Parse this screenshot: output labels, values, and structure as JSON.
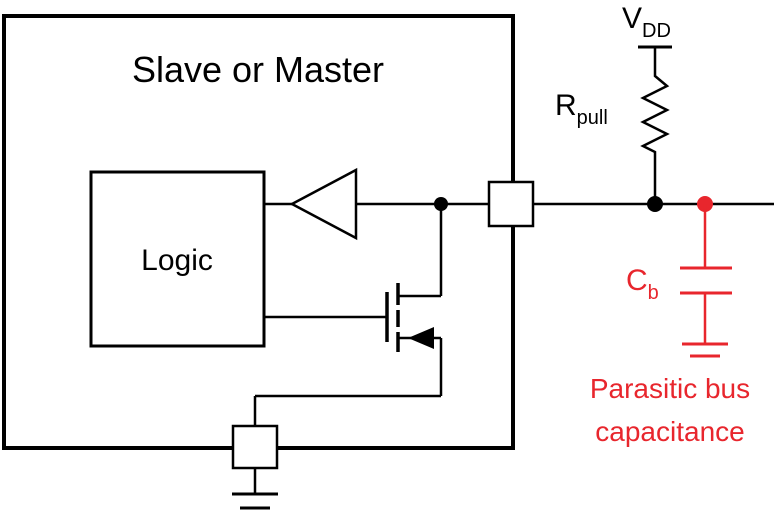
{
  "device_box": {
    "title": "Slave or Master"
  },
  "logic_block": {
    "label": "Logic"
  },
  "supply": {
    "name": "V",
    "subscript": "DD"
  },
  "pull_resistor": {
    "name": "R",
    "subscript": "pull"
  },
  "capacitor": {
    "name": "C",
    "subscript": "b"
  },
  "caption": {
    "line1": "Parasitic bus",
    "line2": "capacitance"
  },
  "colors": {
    "ink": "#000000",
    "accent": "#e8262d",
    "background": "#ffffff"
  }
}
